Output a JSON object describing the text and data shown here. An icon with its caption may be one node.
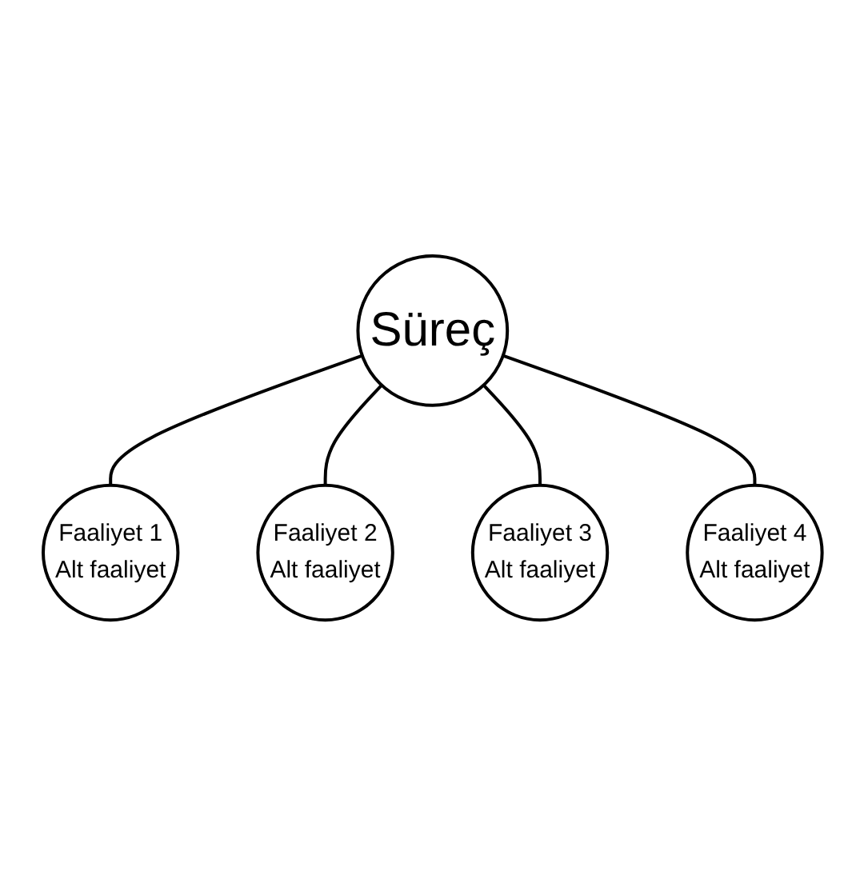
{
  "diagram": {
    "nodes": [
      {
        "text": [
          "Faaliyet 1",
          "Alt faaliyet"
        ]
      },
      {
        "text": [
          "Faaliyet 4",
          "Alt faaliyet"
        ]
      },
      {
        "text": [
          "Süreç"
        ]
      },
      {
        "text": [
          "Faaliyet 2",
          "Alt faaliyet"
        ]
      },
      {
        "text": [
          "Faaliyet 3",
          "Alt faaliyet"
        ]
      }
    ],
    "edges": [
      {
        "from": 2,
        "to": 0,
        "arrow": "none"
      },
      {
        "from": 2,
        "to": 3,
        "arrow": "none"
      },
      {
        "from": 2,
        "to": 4,
        "arrow": "none"
      },
      {
        "from": 2,
        "to": 1,
        "arrow": "none"
      }
    ]
  }
}
